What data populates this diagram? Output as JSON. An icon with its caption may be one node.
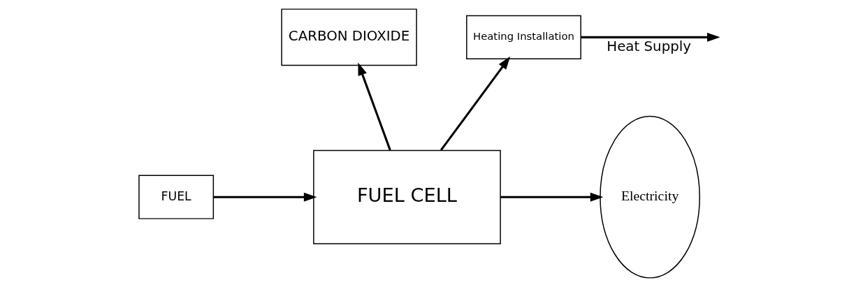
{
  "diagram": {
    "nodes": [
      {
        "text": [
          "FUEL"
        ]
      },
      {
        "text": [
          "FUEL CELL"
        ]
      },
      {
        "text": [
          "CARBON DIOXIDE"
        ]
      },
      {
        "text": [
          "Heating Installation"
        ]
      },
      {
        "text": [
          "Electricity"
        ]
      }
    ],
    "edges": [
      {
        "from": 0,
        "to": 1,
        "arrow": "to"
      },
      {
        "from": 1,
        "to": 2,
        "arrow": "to"
      },
      {
        "from": 1,
        "to": 3,
        "arrow": "to"
      },
      {
        "from": 3,
        "to": null,
        "arrow": "to",
        "label": "Heat Supply"
      },
      {
        "from": 1,
        "to": 4,
        "arrow": "to"
      }
    ]
  }
}
